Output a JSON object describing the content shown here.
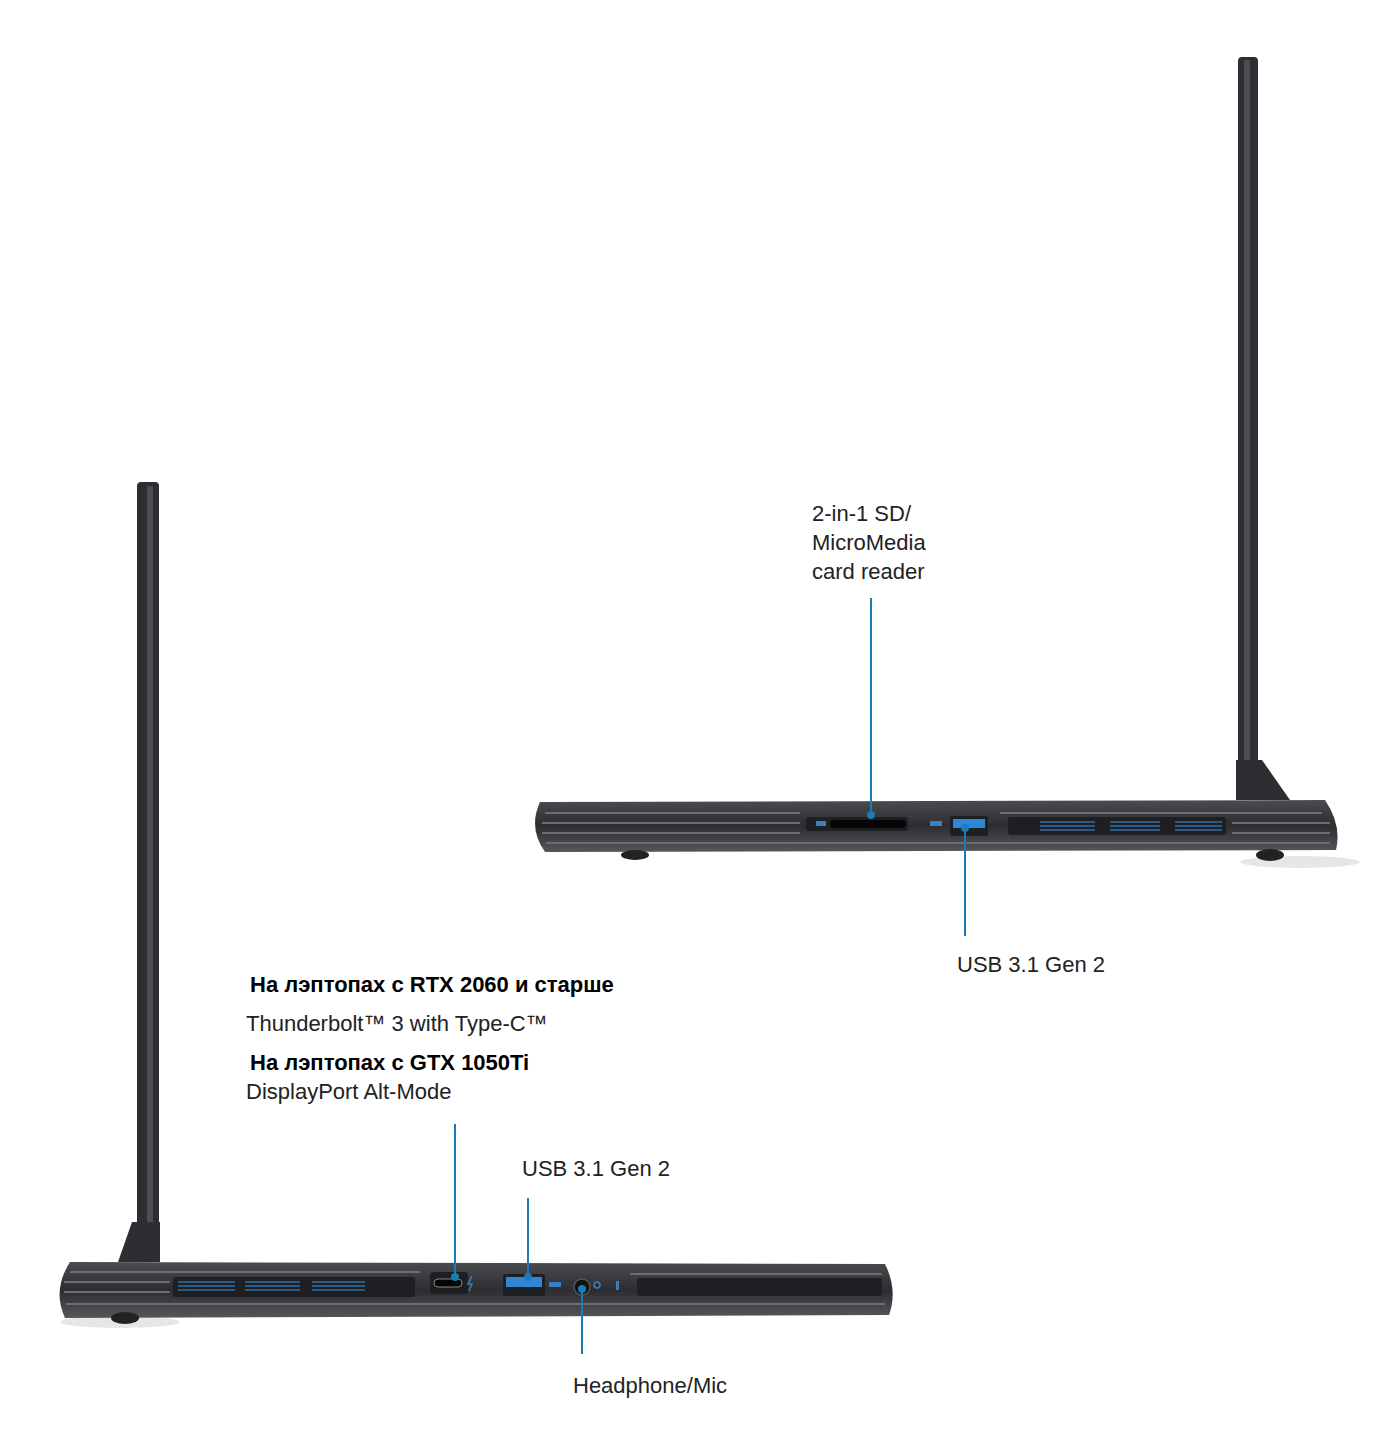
{
  "diagram": {
    "labels": [
      "2-in-1 SD/ MicroMedia card reader",
      "USB 3.1 Gen 2",
      "На лэптопах с RTX 2060 и старше",
      "Thunderbolt™ 3 with Type-C™",
      "На лэптопах с GTX 1050Ti",
      "DisplayPort Alt-Mode",
      "USB 3.1 Gen 2",
      "Headphone/Mic"
    ]
  }
}
